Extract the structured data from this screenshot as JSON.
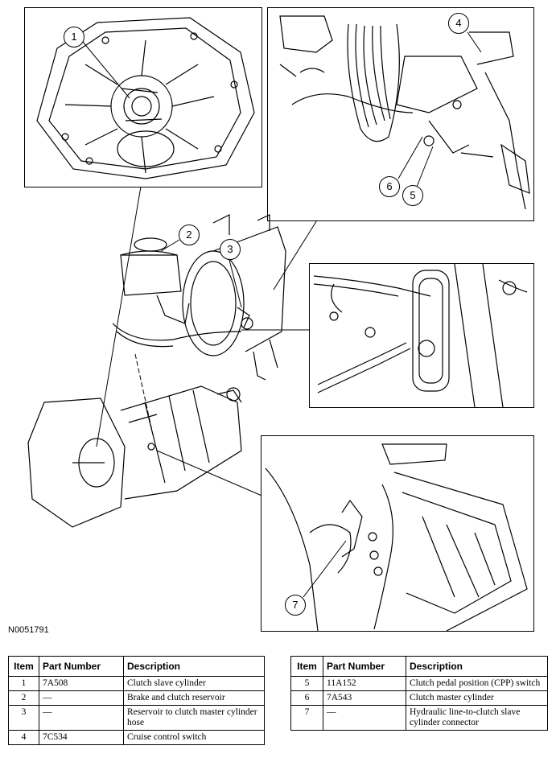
{
  "figure_id": "N0051791",
  "callouts": [
    "1",
    "2",
    "3",
    "4",
    "5",
    "6",
    "7"
  ],
  "table_headers": {
    "item": "Item",
    "part_number": "Part Number",
    "description": "Description"
  },
  "left_rows": [
    {
      "item": "1",
      "part_number": "7A508",
      "description": "Clutch slave cylinder"
    },
    {
      "item": "2",
      "part_number": "—",
      "description": "Brake and clutch reservoir"
    },
    {
      "item": "3",
      "part_number": "—",
      "description": "Reservoir to clutch master cylinder hose"
    },
    {
      "item": "4",
      "part_number": "7C534",
      "description": "Cruise control switch"
    }
  ],
  "right_rows": [
    {
      "item": "5",
      "part_number": "11A152",
      "description": "Clutch pedal position (CPP) switch"
    },
    {
      "item": "6",
      "part_number": "7A543",
      "description": "Clutch master cylinder"
    },
    {
      "item": "7",
      "part_number": "—",
      "description": "Hydraulic line-to-clutch slave cylinder connector"
    }
  ]
}
